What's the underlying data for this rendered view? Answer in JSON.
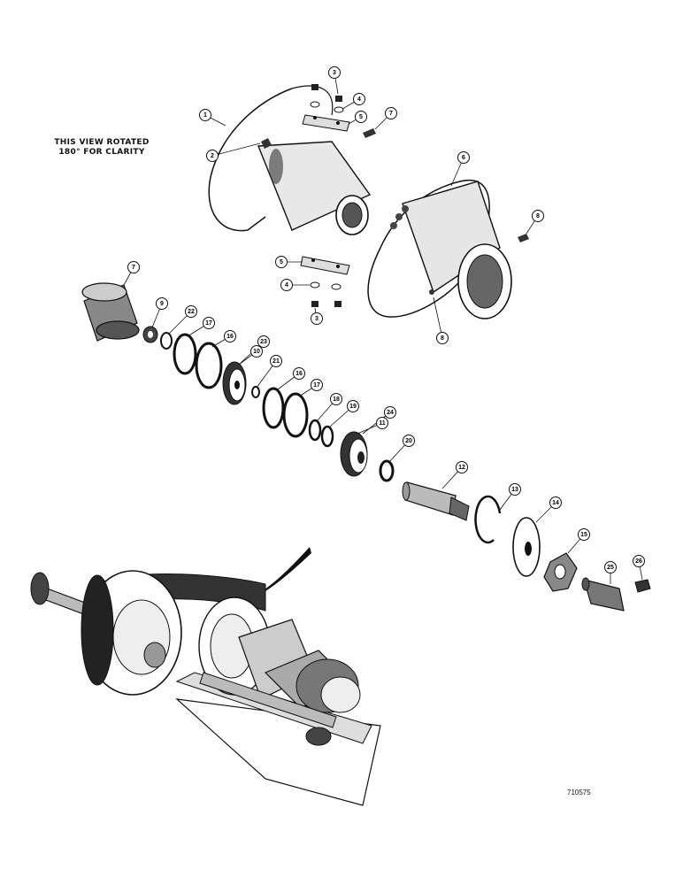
{
  "note": {
    "line1": "THIS VIEW ROTATED",
    "line2": "180° FOR CLARITY"
  },
  "figure_number": "710575",
  "callouts": [
    {
      "id": "c1",
      "label": "1"
    },
    {
      "id": "c2",
      "label": "2"
    },
    {
      "id": "c3a",
      "label": "3"
    },
    {
      "id": "c4a",
      "label": "4"
    },
    {
      "id": "c5a",
      "label": "5"
    },
    {
      "id": "c7a",
      "label": "7"
    },
    {
      "id": "c6",
      "label": "6"
    },
    {
      "id": "c8a",
      "label": "8"
    },
    {
      "id": "c5b",
      "label": "5"
    },
    {
      "id": "c4b",
      "label": "4"
    },
    {
      "id": "c3b",
      "label": "3"
    },
    {
      "id": "c8b",
      "label": "8"
    },
    {
      "id": "c7b",
      "label": "7"
    },
    {
      "id": "c9",
      "label": "9"
    },
    {
      "id": "c22",
      "label": "22"
    },
    {
      "id": "c17a",
      "label": "17"
    },
    {
      "id": "c16a",
      "label": "16"
    },
    {
      "id": "c23",
      "label": "23"
    },
    {
      "id": "c10",
      "label": "10"
    },
    {
      "id": "c21",
      "label": "21"
    },
    {
      "id": "c16b",
      "label": "16"
    },
    {
      "id": "c17b",
      "label": "17"
    },
    {
      "id": "c18",
      "label": "18"
    },
    {
      "id": "c19",
      "label": "19"
    },
    {
      "id": "c24",
      "label": "24"
    },
    {
      "id": "c11",
      "label": "11"
    },
    {
      "id": "c20",
      "label": "20"
    },
    {
      "id": "c12",
      "label": "12"
    },
    {
      "id": "c13",
      "label": "13"
    },
    {
      "id": "c14",
      "label": "14"
    },
    {
      "id": "c15",
      "label": "15"
    },
    {
      "id": "c25",
      "label": "25"
    },
    {
      "id": "c26",
      "label": "26"
    }
  ]
}
